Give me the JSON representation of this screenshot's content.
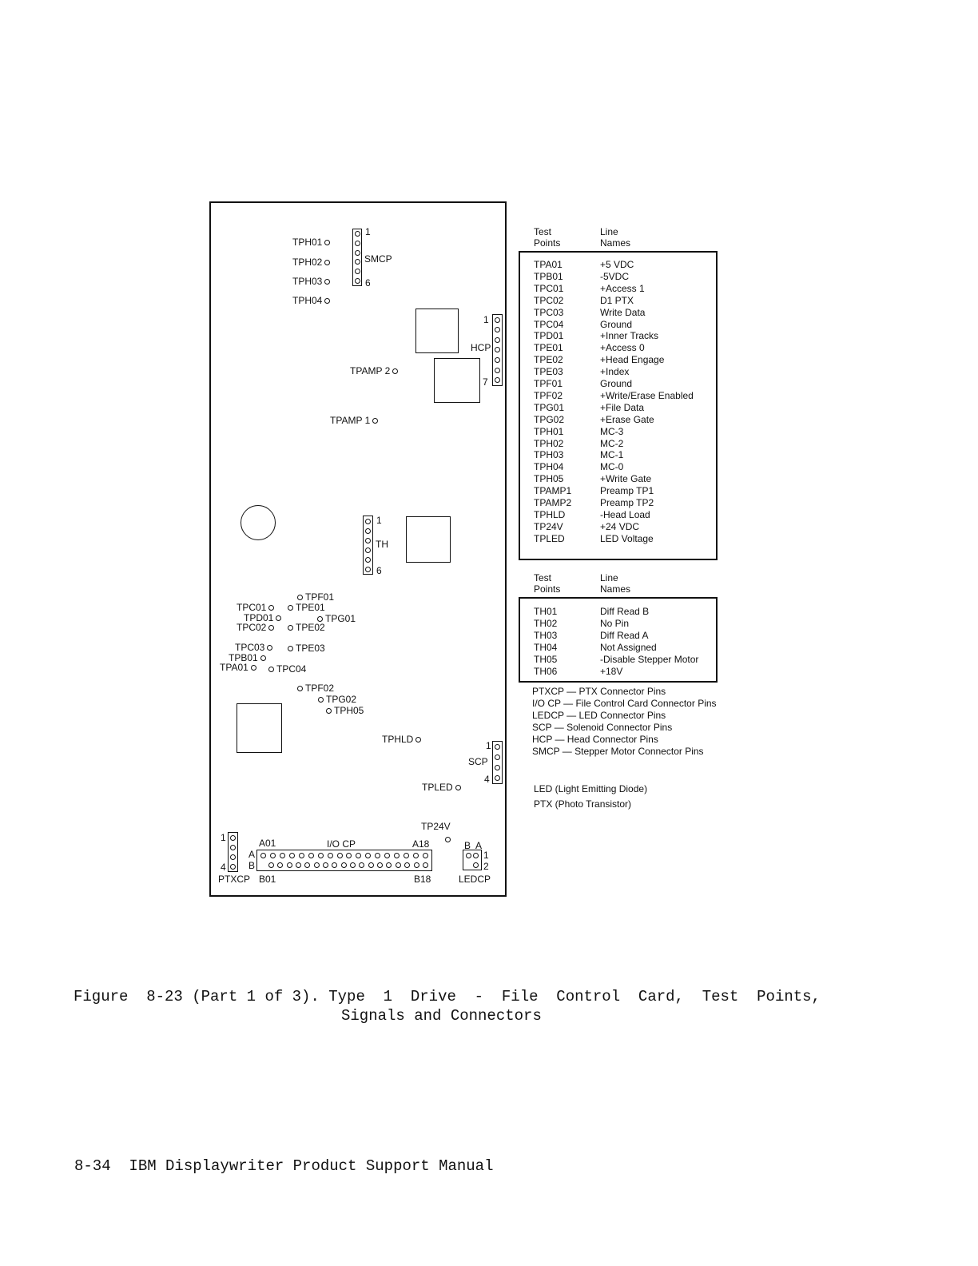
{
  "board": {
    "test_points": [
      {
        "id": "tph01",
        "label": "TPH01"
      },
      {
        "id": "tph02",
        "label": "TPH02"
      },
      {
        "id": "tph03",
        "label": "TPH03"
      },
      {
        "id": "tph04",
        "label": "TPH04"
      },
      {
        "id": "tpamp2",
        "label": "TPAMP 2"
      },
      {
        "id": "tpamp1",
        "label": "TPAMP 1"
      },
      {
        "id": "tpf01",
        "label": "TPF01"
      },
      {
        "id": "tpc01",
        "label": "TPC01"
      },
      {
        "id": "tpe01",
        "label": "TPE01"
      },
      {
        "id": "tpd01",
        "label": "TPD01"
      },
      {
        "id": "tpg01",
        "label": "TPG01"
      },
      {
        "id": "tpc02",
        "label": "TPC02"
      },
      {
        "id": "tpe02",
        "label": "TPE02"
      },
      {
        "id": "tpc03",
        "label": "TPC03"
      },
      {
        "id": "tpe03",
        "label": "TPE03"
      },
      {
        "id": "tpb01",
        "label": "TPB01"
      },
      {
        "id": "tpa01",
        "label": "TPA01"
      },
      {
        "id": "tpc04",
        "label": "TPC04"
      },
      {
        "id": "tpf02",
        "label": "TPF02"
      },
      {
        "id": "tpg02",
        "label": "TPG02"
      },
      {
        "id": "tph05",
        "label": "TPH05"
      },
      {
        "id": "tphld",
        "label": "TPHLD"
      },
      {
        "id": "tpled",
        "label": "TPLED"
      },
      {
        "id": "tp24v",
        "label": "TP24V"
      }
    ],
    "connectors": {
      "smcp": {
        "name": "SMCP",
        "pin_first": "1",
        "pin_last": "6"
      },
      "hcp": {
        "name": "HCP",
        "pin_first": "1",
        "pin_last": "7"
      },
      "th": {
        "name": "TH",
        "pin_first": "1",
        "pin_last": "6"
      },
      "scp": {
        "name": "SCP",
        "pin_first": "1",
        "pin_last": "4"
      },
      "ptxcp": {
        "name": "PTXCP",
        "pin_first": "1",
        "pin_last": "4"
      },
      "io_cp": {
        "name": "I/O CP",
        "row_a": "A",
        "row_b": "B",
        "a_first": "A01",
        "a_last": "A18",
        "b_first": "B01",
        "b_last": "B18",
        "pins_per_row": 18
      },
      "ledcp": {
        "name": "LEDCP",
        "col_b": "B",
        "col_a": "A",
        "pin_1": "1",
        "pin_2": "2"
      }
    }
  },
  "table1": {
    "header_col1_line1": "Test",
    "header_col1_line2": "Points",
    "header_col2_line1": "Line",
    "header_col2_line2": "Names",
    "rows": [
      [
        "TPA01",
        "+5 VDC"
      ],
      [
        "TPB01",
        "-5VDC"
      ],
      [
        "TPC01",
        "+Access 1"
      ],
      [
        "TPC02",
        "D1 PTX"
      ],
      [
        "TPC03",
        "Write Data"
      ],
      [
        "TPC04",
        "Ground"
      ],
      [
        "TPD01",
        "+Inner Tracks"
      ],
      [
        "TPE01",
        "+Access 0"
      ],
      [
        "TPE02",
        "+Head Engage"
      ],
      [
        "TPE03",
        "+Index"
      ],
      [
        "TPF01",
        "Ground"
      ],
      [
        "TPF02",
        "+Write/Erase Enabled"
      ],
      [
        "TPG01",
        "+File Data"
      ],
      [
        "TPG02",
        "+Erase Gate"
      ],
      [
        "TPH01",
        "MC-3"
      ],
      [
        "TPH02",
        "MC-2"
      ],
      [
        "TPH03",
        "MC-1"
      ],
      [
        "TPH04",
        "MC-0"
      ],
      [
        "TPH05",
        "+Write Gate"
      ],
      [
        "TPAMP1",
        "Preamp TP1"
      ],
      [
        "TPAMP2",
        "Preamp TP2"
      ],
      [
        "TPHLD",
        "-Head Load"
      ],
      [
        "TP24V",
        "+24 VDC"
      ],
      [
        "TPLED",
        "LED Voltage"
      ]
    ]
  },
  "table2": {
    "header_col1_line1": "Test",
    "header_col1_line2": "Points",
    "header_col2_line1": "Line",
    "header_col2_line2": "Names",
    "rows": [
      [
        "TH01",
        "Diff Read B"
      ],
      [
        "TH02",
        "No Pin"
      ],
      [
        "TH03",
        "Diff Read A"
      ],
      [
        "TH04",
        "Not Assigned"
      ],
      [
        "TH05",
        "-Disable Stepper Motor"
      ],
      [
        "TH06",
        "+18V"
      ]
    ]
  },
  "legend": [
    "PTXCP — PTX Connector Pins",
    "I/O CP — File Control Card Connector Pins",
    "LEDCP — LED Connector Pins",
    "SCP — Solenoid Connector Pins",
    "HCP — Head Connector Pins",
    "SMCP — Stepper Motor Connector Pins"
  ],
  "abbrev": [
    "LED (Light Emitting Diode)",
    "PTX (Photo Transistor)"
  ],
  "caption": {
    "line1": "Figure  8-23 (Part 1 of 3). Type  1  Drive  -  File  Control  Card,  Test  Points,",
    "line2": "Signals and Connectors"
  },
  "footer": "8-34  IBM Displaywriter Product Support Manual"
}
